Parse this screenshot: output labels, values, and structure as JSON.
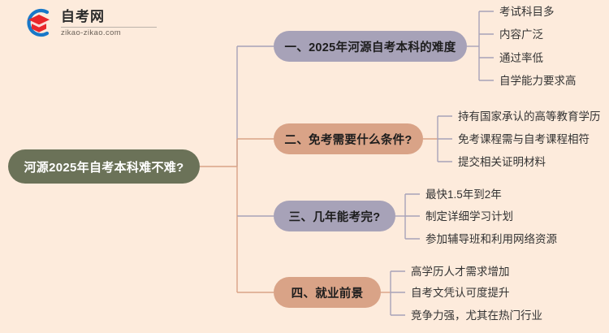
{
  "brand": {
    "logo_icon": "graduation-cap-logo-icon",
    "title": "自考网",
    "domain": "zikao-zikao.com"
  },
  "colors": {
    "background": "#fdebdc",
    "center_node": "#6b7258",
    "branch_purple": "#a7a2b8",
    "branch_tan": "#d9a387",
    "leaf_text": "#333333",
    "center_text": "#ffffff"
  },
  "mindmap": {
    "center": {
      "label": "河源2025年自考本科难不难?"
    },
    "branches": [
      {
        "label": "一、2025年河源自考本科的难度",
        "color_key": "branch_purple",
        "leaves": [
          "考试科目多",
          "内容广泛",
          "通过率低",
          "自学能力要求高"
        ]
      },
      {
        "label": "二、免考需要什么条件?",
        "color_key": "branch_tan",
        "leaves": [
          "持有国家承认的高等教育学历",
          "免考课程需与自考课程相符",
          "提交相关证明材料"
        ]
      },
      {
        "label": "三、几年能考完?",
        "color_key": "branch_purple",
        "leaves": [
          "最快1.5年到2年",
          "制定详细学习计划",
          "参加辅导班和利用网络资源"
        ]
      },
      {
        "label": "四、就业前景",
        "color_key": "branch_tan",
        "leaves": [
          "高学历人才需求增加",
          "自考文凭认可度提升",
          "竞争力强，尤其在热门行业"
        ]
      }
    ]
  }
}
